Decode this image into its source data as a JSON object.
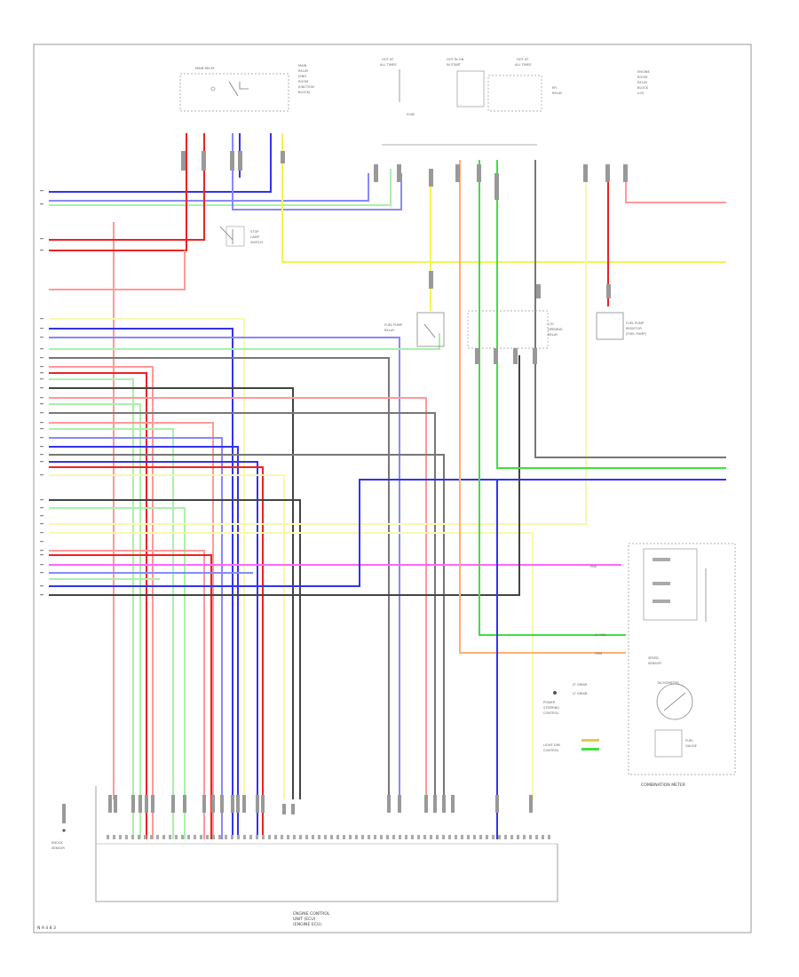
{
  "diagram": {
    "page_code": "N 9 4 8 3",
    "left_connector_groups": [
      {
        "name": "group-a",
        "pin_count": 4
      },
      {
        "name": "group-b",
        "pin_count": 19
      },
      {
        "name": "group-c",
        "pin_count": 12
      }
    ],
    "components": [
      {
        "id": "top-relay-box",
        "label": "MAIN RELAY"
      },
      {
        "id": "top-fuse-1",
        "label": "HOT AT ALL TIMES"
      },
      {
        "id": "top-fuse-2",
        "label": "HOT IN ON"
      },
      {
        "id": "mid-relay-left",
        "label": "FUEL PUMP"
      },
      {
        "id": "mid-relay-right",
        "label": "OPEN RELAY"
      },
      {
        "id": "right-sensor",
        "label": "FUEL PUMP"
      },
      {
        "id": "cluster-box",
        "label": "COMBINATION METER"
      },
      {
        "id": "bottom-ecm",
        "label": "ENGINE CONTROL UNIT"
      },
      {
        "id": "bottom-left-sensor",
        "label": "SENSOR"
      }
    ],
    "colors": {
      "red": "#ee2222",
      "light_red": "#ff9999",
      "blue": "#3333ee",
      "light_blue": "#8888ff",
      "green": "#44dd44",
      "light_green": "#aaf0aa",
      "yellow": "#f4f455",
      "light_yellow": "#f8f8b0",
      "gray": "#777777",
      "dark_gray": "#444444",
      "orange": "#ffb070",
      "pink": "#ff66ff",
      "black": "#222222",
      "frame": "#888888"
    }
  }
}
